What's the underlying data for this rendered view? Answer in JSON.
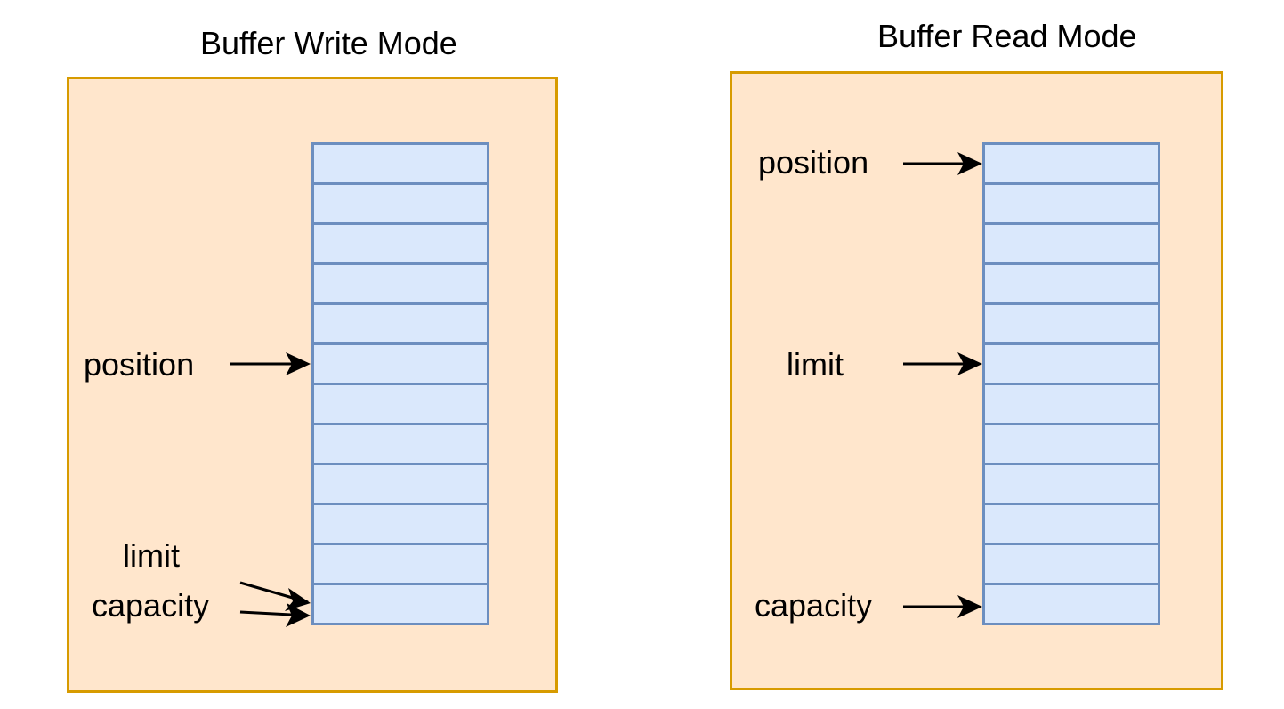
{
  "diagrams": [
    {
      "title": "Buffer Write Mode",
      "cell_count": 12,
      "pointers": [
        {
          "label": "position",
          "cell_index": 5
        },
        {
          "label": "limit",
          "cell_index": 11
        },
        {
          "label": "capacity",
          "cell_index": 11
        }
      ]
    },
    {
      "title": "Buffer Read Mode",
      "cell_count": 12,
      "pointers": [
        {
          "label": "position",
          "cell_index": 0
        },
        {
          "label": "limit",
          "cell_index": 5
        },
        {
          "label": "capacity",
          "cell_index": 11
        }
      ]
    }
  ],
  "colors": {
    "panel_fill": "#ffe6cc",
    "panel_border": "#d79b00",
    "cell_fill": "#dae8fc",
    "cell_border": "#6c8ebf",
    "arrow": "#000000"
  }
}
